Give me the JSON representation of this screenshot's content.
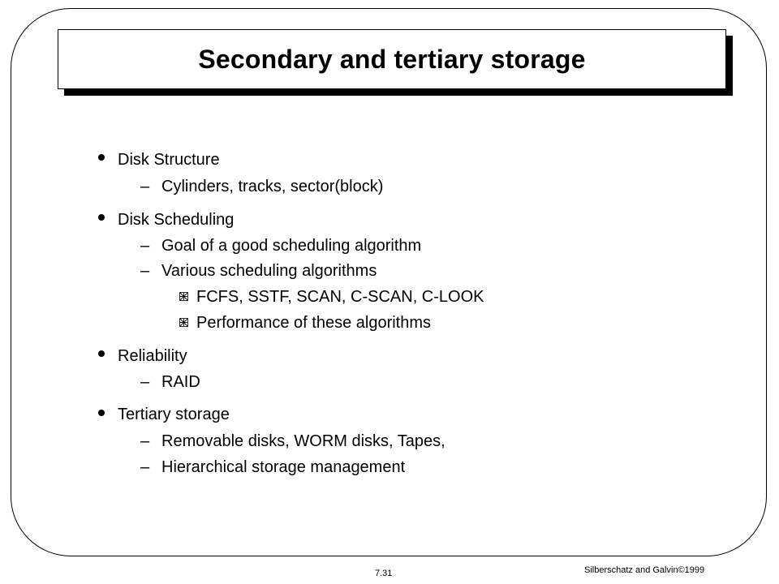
{
  "slide": {
    "title": "Secondary and tertiary storage",
    "page_number": "7.31",
    "footer": "Silberschatz and Galvin",
    "copyright_symbol": "©",
    "footer_year": "1999"
  },
  "items": [
    {
      "text": "Disk Structure",
      "subitems": [
        {
          "text": "Cylinders, tracks, sector(block)"
        }
      ]
    },
    {
      "text": "Disk Scheduling",
      "subitems": [
        {
          "text": "Goal of a good scheduling algorithm"
        },
        {
          "text": "Various scheduling algorithms"
        }
      ],
      "subsubitems": [
        {
          "text": "FCFS, SSTF, SCAN, C-SCAN, C-LOOK"
        },
        {
          "text": "Performance of these algorithms"
        }
      ]
    },
    {
      "text": "Reliability",
      "subitems": [
        {
          "text": "RAID"
        }
      ]
    },
    {
      "text": "Tertiary storage",
      "subitems": [
        {
          "text": "Removable disks, WORM disks, Tapes,"
        },
        {
          "text": "Hierarchical storage management"
        }
      ]
    }
  ],
  "markers": {
    "level2": "–"
  }
}
